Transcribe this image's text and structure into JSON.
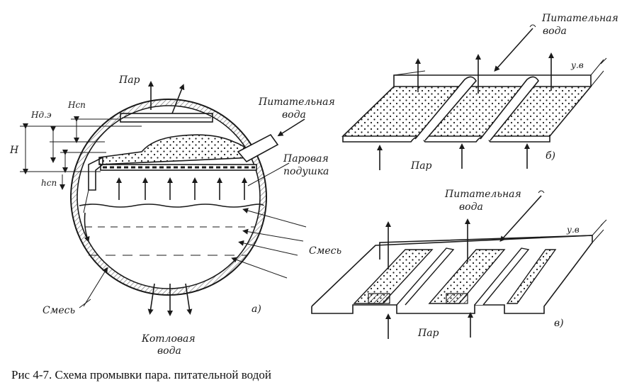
{
  "figure_a": {
    "label": "a)",
    "steam_top": "Пар",
    "h_sp": "Hсп",
    "h_de": "Hд.э",
    "h_main": "H",
    "h_sp_low": "hсп",
    "feedwater_1": "Питательная",
    "feedwater_2": "вода",
    "steam_cushion_1": "Паровая",
    "steam_cushion_2": "подушка",
    "mixture_right": "Смесь",
    "mixture_left": "Смесь",
    "boiler_water_1": "Котловая",
    "boiler_water_2": "вода"
  },
  "figure_b": {
    "label": "б)",
    "feedwater_1": "Питательная",
    "feedwater_2": "вода",
    "level": "у.в",
    "steam": "Пар"
  },
  "figure_c": {
    "label": "в)",
    "feedwater_1": "Питательная",
    "feedwater_2": "вода",
    "level": "у.в",
    "steam": "Пар"
  },
  "caption": "Рис 4-7.  Схема промывки пара. питательной водой"
}
